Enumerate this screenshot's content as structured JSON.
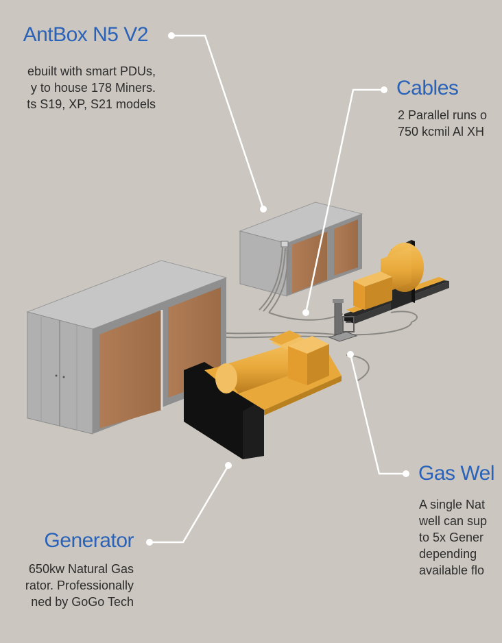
{
  "callouts": {
    "antbox": {
      "title": "AntBox N5 V2",
      "lines": [
        "ebuilt with smart PDUs,",
        "y to house 178 Miners.",
        "ts S19, XP, S21 models"
      ]
    },
    "cables": {
      "title": "Cables",
      "lines": [
        "2 Parallel runs o",
        "750 kcmil Al XH"
      ]
    },
    "gas_well": {
      "title": "Gas Wel",
      "lines": [
        "A single Nat",
        "well can sup",
        "to 5x Gener",
        "depending",
        "available flo"
      ]
    },
    "generator": {
      "title": "Generator",
      "lines": [
        "650kw Natural Gas",
        "rator. Professionally",
        "ned by GoGo Tech"
      ]
    }
  },
  "colors": {
    "background": "#cbc7c0",
    "title_blue": "#2a62b8",
    "generator_yellow": "#e8a83a",
    "container_wall": "#a9764f",
    "container_frame": "#b5b5b5",
    "leader_line": "#ffffff"
  }
}
